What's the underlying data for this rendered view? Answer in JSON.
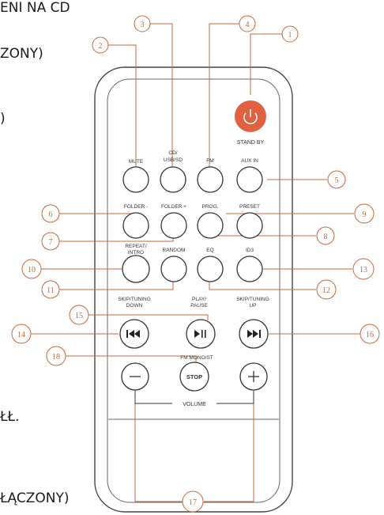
{
  "doc_text": {
    "line1": "ENI NA CD",
    "line2": "ZONY)",
    "line3": ")",
    "line4": "ŁŁ.",
    "line5": "ŁĄCZONY)"
  },
  "remote": {
    "labels": {
      "standby": "STAND BY",
      "mute": "MUTE",
      "cd": "CD/",
      "usbsd": "USB/SD",
      "fm": "FM",
      "auxin": "AUX IN",
      "folder_minus": "FOLDER -",
      "folder_plus": "FOLDER +",
      "prog": "PROG.",
      "preset": "PRESET",
      "repeat": "REPEAT/",
      "intro": "INTRO",
      "random": "RANDOM",
      "eq": "EQ",
      "id3": "ID3",
      "skip_down_1": "SKIP/TUNING",
      "skip_down_2": "DOWN",
      "play_1": "PLAY/",
      "play_2": "PAUSE",
      "skip_up_1": "SKIP/TUNING",
      "skip_up_2": "UP",
      "fm_mono": "FM MONO/ST",
      "stop": "STOP",
      "volume": "VOLUME"
    }
  },
  "callouts": [
    "1",
    "2",
    "3",
    "4",
    "5",
    "6",
    "7",
    "8",
    "9",
    "10",
    "11",
    "12",
    "13",
    "14",
    "15",
    "16",
    "17",
    "18"
  ],
  "colors": {
    "standby_button": "#e06040",
    "callout": "#c46a3a",
    "outline": "#333333"
  }
}
